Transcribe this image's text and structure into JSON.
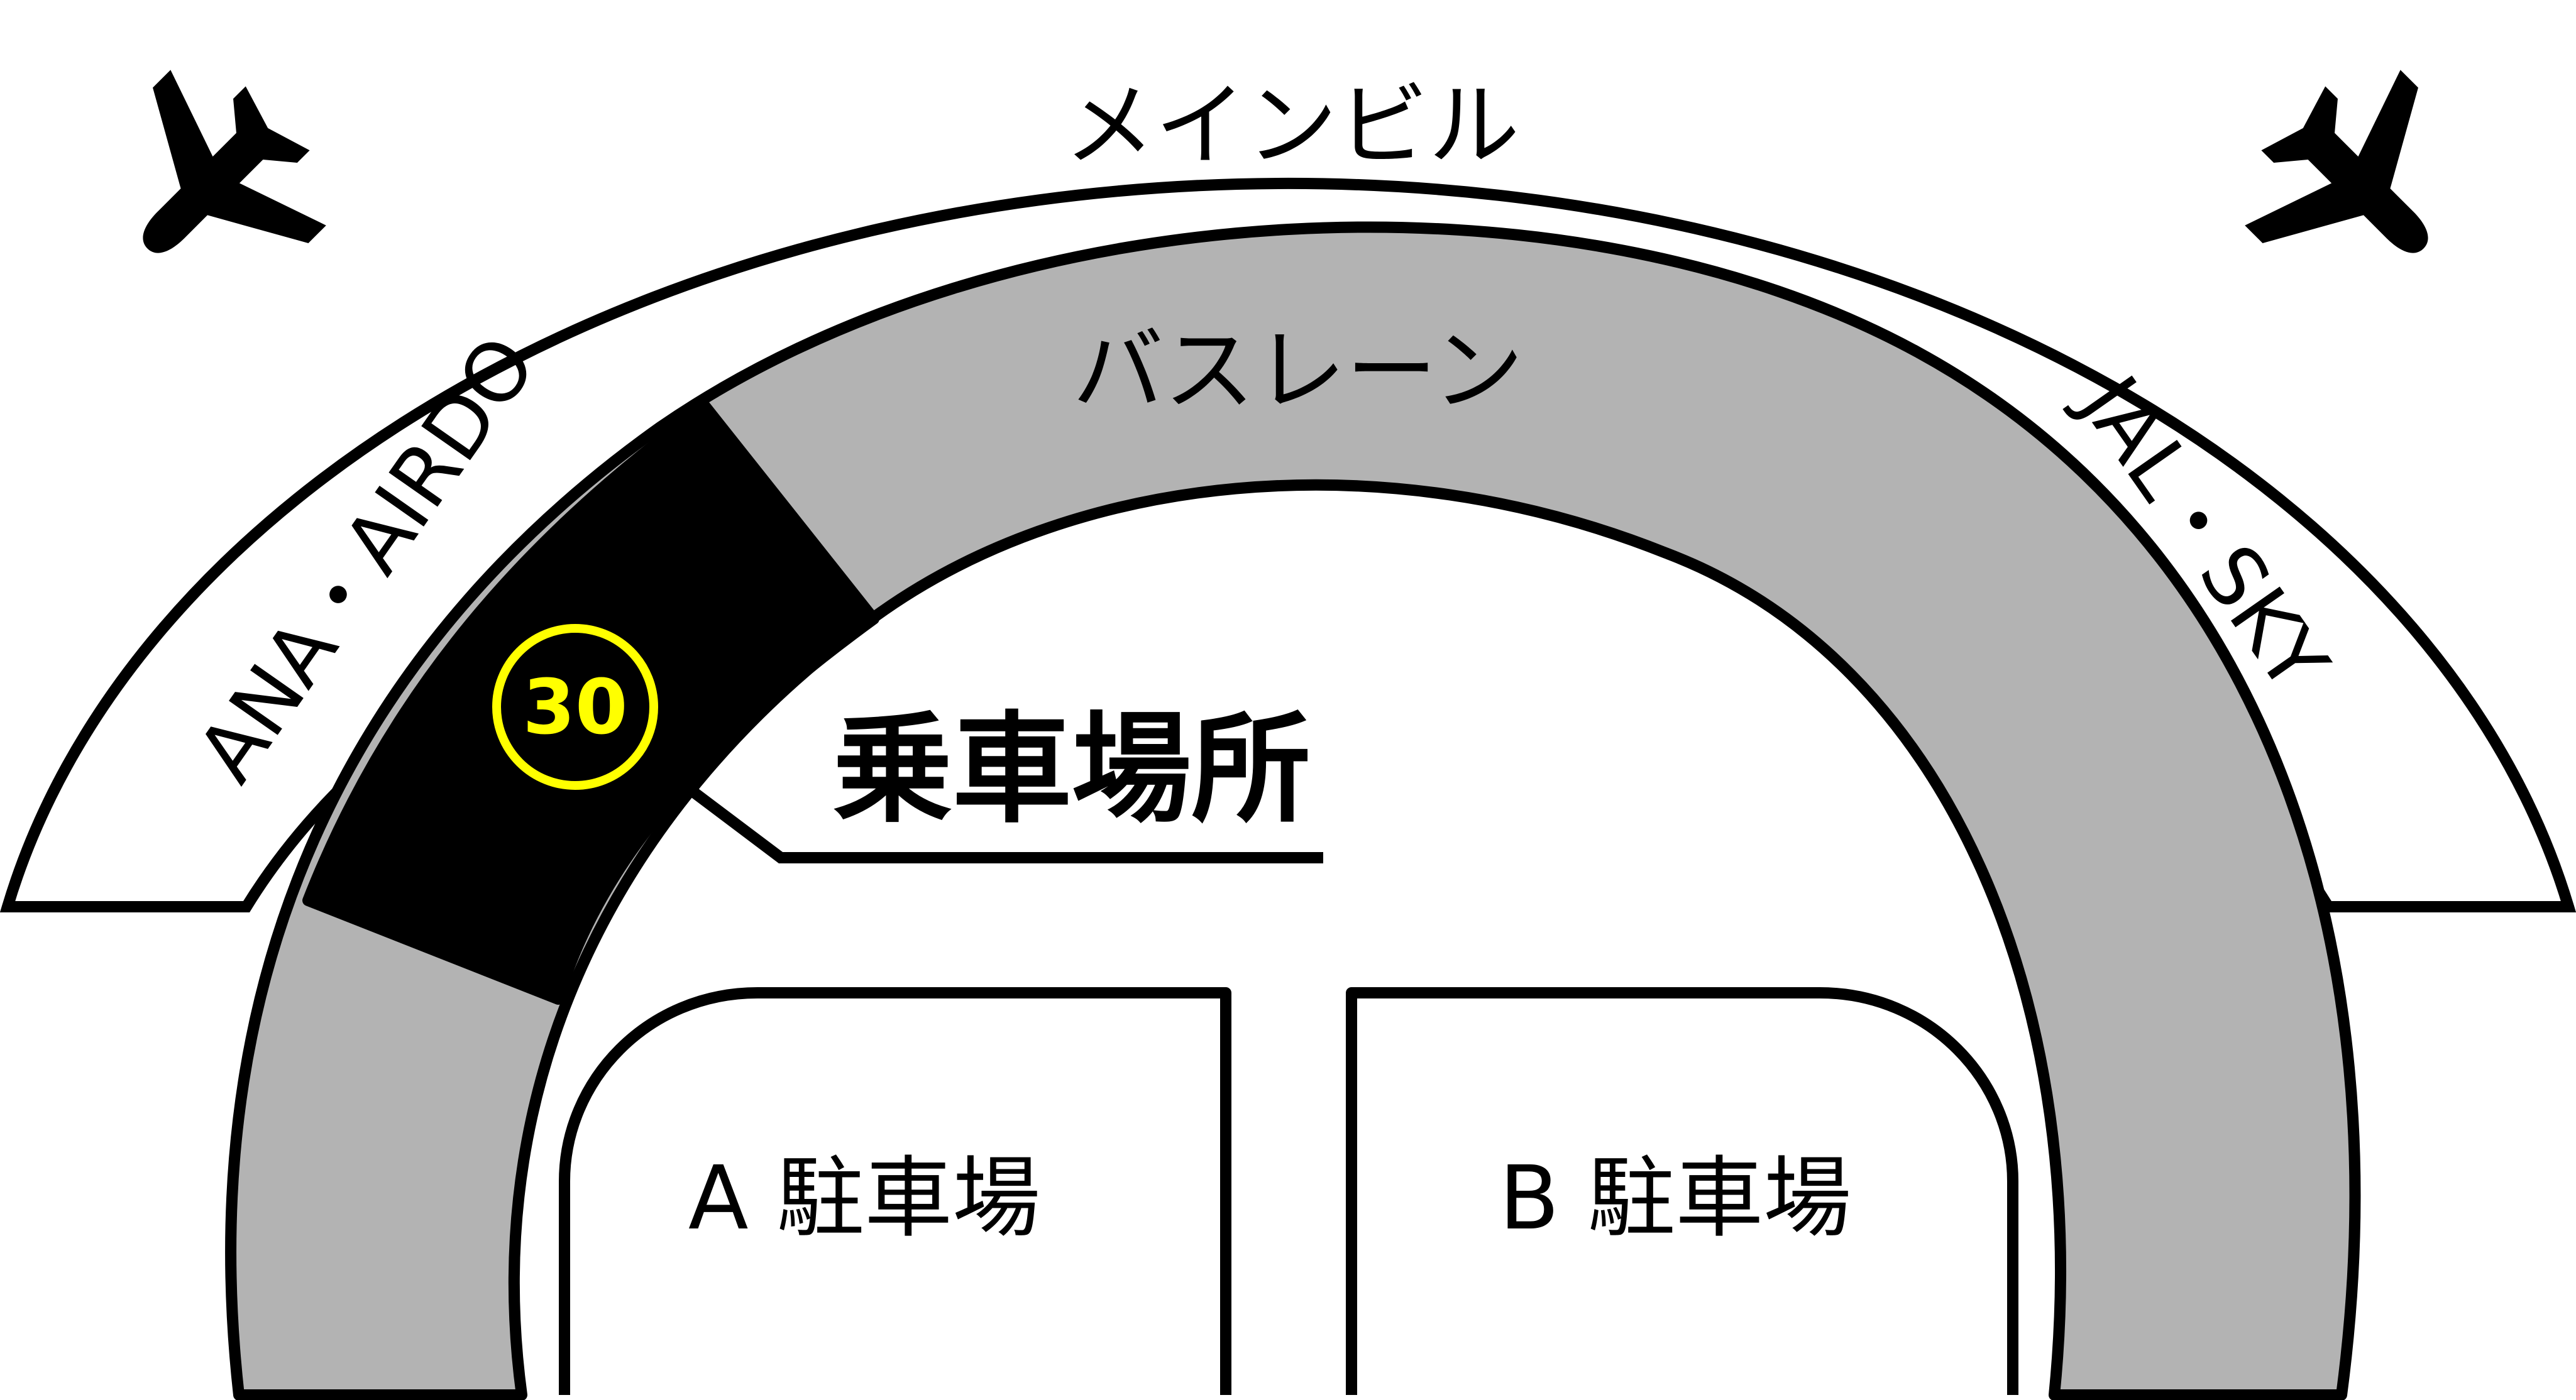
{
  "map": {
    "terminal_label": "メインビル",
    "bus_lane_label": "バスレーン",
    "left_wing_label": "ANA・AIRDO",
    "right_wing_label": "JAL・SKY",
    "pickup_label": "乗車場所",
    "stop_number": "30",
    "lot_a_label": "A 駐車場",
    "lot_b_label": "B 駐車場",
    "icons": [
      "airplane-icon",
      "airplane-icon"
    ],
    "colors": {
      "bus_lane": "#b3b3b3",
      "pickup_area": "#000000",
      "stop_marker": "#ffff00",
      "outline": "#000000",
      "background": "#ffffff"
    }
  }
}
